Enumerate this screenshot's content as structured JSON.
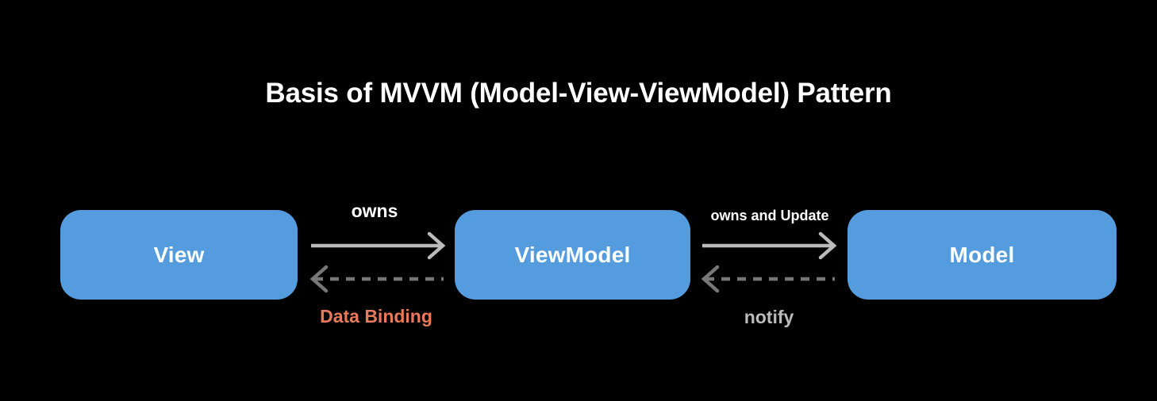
{
  "diagram": {
    "title": "Basis of MVVM (Model-View-ViewModel) Pattern",
    "background_color": "#000000",
    "node_color": "#559CDE",
    "nodes": [
      {
        "id": "view",
        "label": "View"
      },
      {
        "id": "viewmodel",
        "label": "ViewModel"
      },
      {
        "id": "model",
        "label": "Model"
      }
    ],
    "edges": [
      {
        "id": "view-to-viewmodel",
        "from": "View",
        "to": "ViewModel",
        "label": "owns",
        "style": "solid",
        "direction": "right",
        "color": "#BBBBBB",
        "label_color": "#FFFFFF"
      },
      {
        "id": "viewmodel-to-view",
        "from": "ViewModel",
        "to": "View",
        "label": "Data Binding",
        "style": "dashed",
        "direction": "left",
        "color": "#777777",
        "label_color": "#E8795A"
      },
      {
        "id": "viewmodel-to-model",
        "from": "ViewModel",
        "to": "Model",
        "label": "owns and Update",
        "style": "solid",
        "direction": "right",
        "color": "#BBBBBB",
        "label_color": "#FFFFFF"
      },
      {
        "id": "model-to-viewmodel",
        "from": "Model",
        "to": "ViewModel",
        "label": "notify",
        "style": "dashed",
        "direction": "left",
        "color": "#777777",
        "label_color": "#BBBBBB"
      }
    ]
  }
}
